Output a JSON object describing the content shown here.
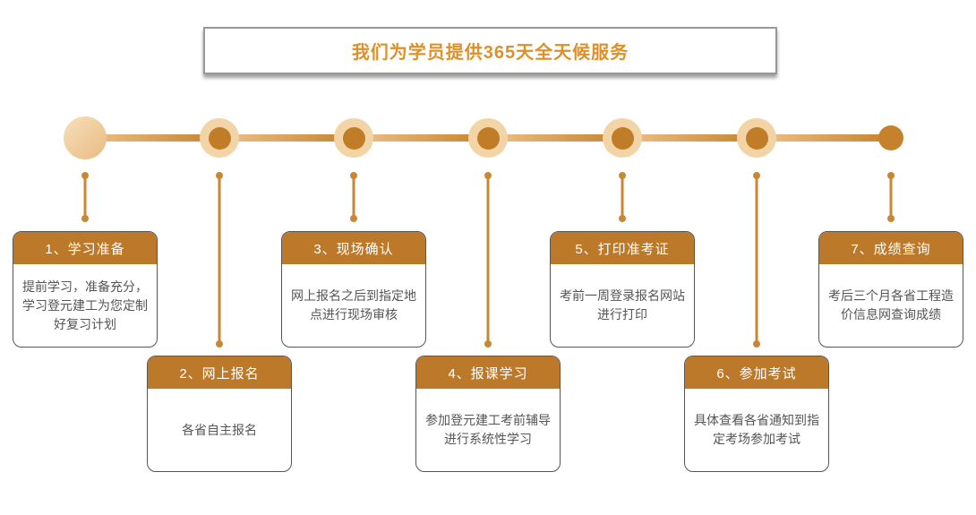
{
  "banner": {
    "title": "我们为学员提供365天全天候服务"
  },
  "colors": {
    "accent_dark": "#bc7929",
    "accent_light": "#f2d4a6",
    "line_gradient_start": "#eec28b",
    "line_gradient_end": "#c5812b",
    "connector": "#c98734",
    "title_text": "#de9027",
    "body_text": "#555555",
    "card_border": "#555555"
  },
  "steps": [
    {
      "label": "1、学习准备",
      "desc": "提前学习，准备充分，学习登元建工为您定制好复习计划"
    },
    {
      "label": "2、网上报名",
      "desc": "各省自主报名"
    },
    {
      "label": "3、现场确认",
      "desc": "网上报名之后到指定地点进行现场审核"
    },
    {
      "label": "4、报课学习",
      "desc": "参加登元建工考前辅导进行系统性学习"
    },
    {
      "label": "5、打印准考证",
      "desc": "考前一周登录报名网站进行打印"
    },
    {
      "label": "6、参加考试",
      "desc": "具体查看各省通知到指定考场参加考试"
    },
    {
      "label": "7、成绩查询",
      "desc": "考后三个月各省工程造价信息网查询成绩"
    }
  ]
}
